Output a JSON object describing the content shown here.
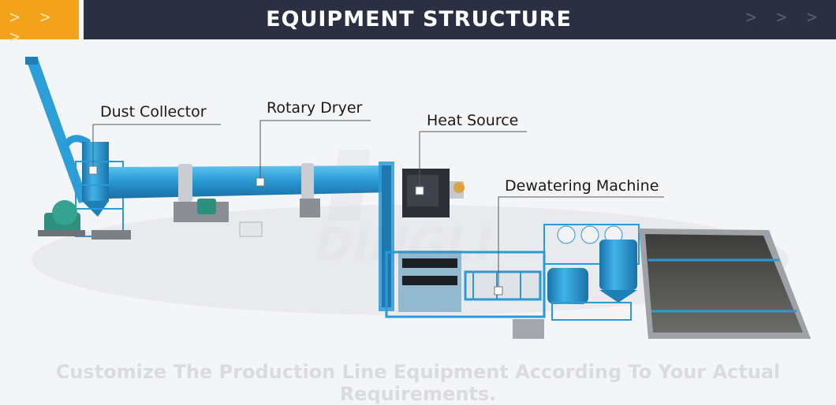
{
  "header": {
    "title": "EQUIPMENT STRUCTURE",
    "left_arrows": "> > >",
    "right_arrows": "> > >",
    "accent_color": "#f2a31b",
    "bar_color": "#2a3042"
  },
  "labels": {
    "dust_collector": "Dust Collector",
    "rotary_dryer": "Rotary Dryer",
    "heat_source": "Heat Source",
    "dewatering_machine": "Dewatering Machine"
  },
  "watermark": "DINGLI",
  "footer": {
    "text": "Customize The Production Line Equipment According To Your Actual Requirements."
  },
  "colors": {
    "equipment_blue": "#2a9ad6",
    "tank_pit": "#5a5a58"
  }
}
